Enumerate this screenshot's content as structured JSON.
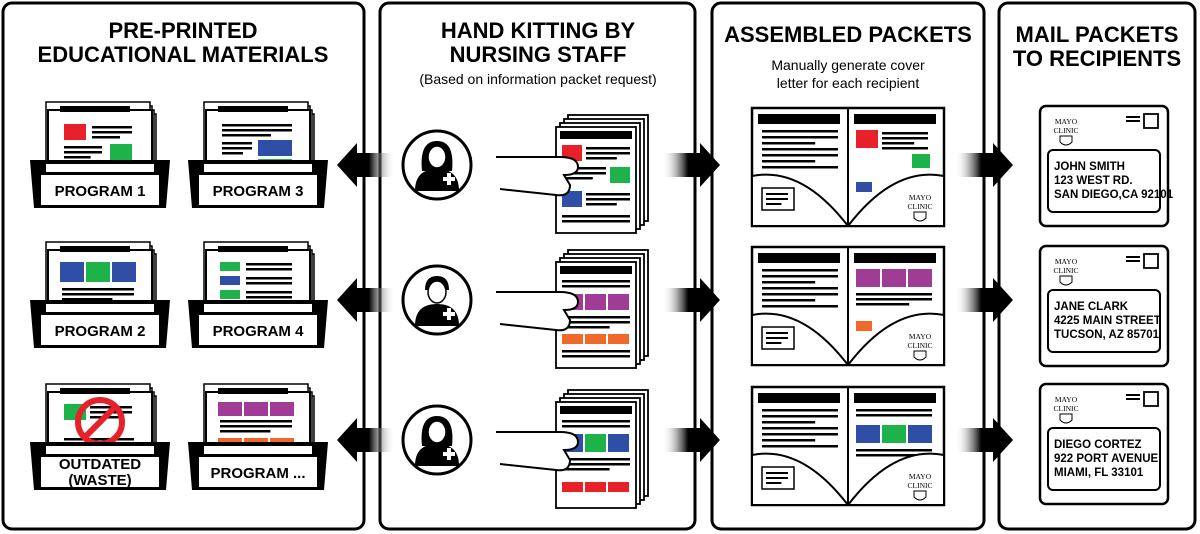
{
  "colors": {
    "red": "#e8202a",
    "green": "#1db24a",
    "blue": "#2e4fa5",
    "purple": "#a03c96",
    "orange": "#ef6a2a",
    "black": "#000000"
  },
  "panels": {
    "materials": {
      "title": [
        "PRE-PRINTED",
        "EDUCATIONAL MATERIALS"
      ],
      "trays": [
        {
          "label": "PROGRAM 1",
          "icon": "document-red-green-blue-icon"
        },
        {
          "label": "PROGRAM 3",
          "icon": "document-blue-green-icon"
        },
        {
          "label": "PROGRAM 2",
          "icon": "document-blue-green-red-icon"
        },
        {
          "label": "PROGRAM 4",
          "icon": "document-green-list-icon"
        },
        {
          "label": [
            "OUTDATED",
            "(WASTE)"
          ],
          "icon": "prohibited-icon"
        },
        {
          "label": "PROGRAM ...",
          "icon": "document-purple-orange-icon"
        }
      ]
    },
    "kitting": {
      "title": [
        "HAND KITTING BY",
        "NURSING STAFF"
      ],
      "subtitle": "(Based on information packet request)",
      "staff_icons": [
        "nurse-icon",
        "nurse-icon",
        "nurse-icon"
      ]
    },
    "assembled": {
      "title": "ASSEMBLED PACKETS",
      "subtitle": [
        "Manually generate cover",
        "letter for each recipient"
      ],
      "folder_logo": [
        "MAYO",
        "CLINIC"
      ]
    },
    "mail": {
      "title": [
        "MAIL PACKETS",
        "TO RECIPIENTS"
      ],
      "logo": [
        "MAYO",
        "CLINIC"
      ],
      "recipients": [
        [
          "JOHN SMITH",
          "123 WEST RD.",
          "SAN DIEGO,CA 92101"
        ],
        [
          "JANE CLARK",
          "4225 MAIN STREET",
          "TUCSON, AZ 85701"
        ],
        [
          "DIEGO CORTEZ",
          "922 PORT AVENUE",
          "MIAMI, FL 33101"
        ]
      ]
    }
  }
}
